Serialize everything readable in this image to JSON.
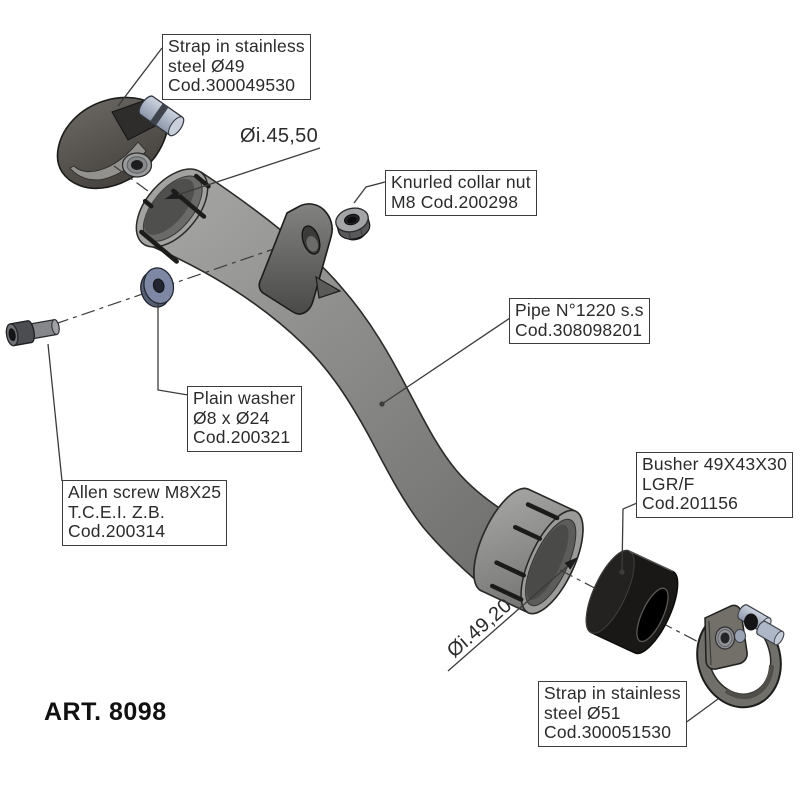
{
  "art_number": "ART. 8098",
  "callouts": {
    "strap49": {
      "lines": [
        "Strap in stainless",
        "steel Ø49",
        "Cod.300049530"
      ]
    },
    "nut": {
      "lines": [
        "Knurled collar nut",
        "M8 Cod.200298"
      ]
    },
    "pipe": {
      "lines": [
        "Pipe N°1220 s.s",
        "Cod.308098201"
      ]
    },
    "washer": {
      "lines": [
        "Plain washer",
        "Ø8 x Ø24",
        "Cod.200321"
      ]
    },
    "screw": {
      "lines": [
        "Allen screw M8X25",
        "T.C.E.I. Z.B.",
        "Cod.200314"
      ]
    },
    "busher": {
      "lines": [
        "Busher 49X43X30",
        "LGR/F",
        "Cod.201156"
      ]
    },
    "strap51": {
      "lines": [
        "Strap in stainless",
        "steel Ø51",
        "Cod.300051530"
      ]
    }
  },
  "dimensions": {
    "inlet_diameter": "Øi.45,50",
    "outlet_diameter": "Øi.49,20"
  },
  "parts": {
    "pipe": "exhaust link pipe",
    "strap49": "stainless steel strap clamp Ø49",
    "strap51": "stainless steel strap clamp Ø51",
    "busher": "busher sleeve 49X43X30",
    "washer": "plain washer",
    "screw": "allen screw",
    "nut": "knurled collar nut",
    "bracket": "welded mounting bracket"
  },
  "colors": {
    "line-color": "#3c3c3c",
    "label-border": "#3c3c3c",
    "label-text": "#2b2b2b",
    "pipe-gray": "#8d8d8b",
    "busher-black": "#1a1816",
    "washer-blue": "#7e88a4",
    "bolt-steel": "#aab3c4",
    "bg": "#ffffff"
  }
}
